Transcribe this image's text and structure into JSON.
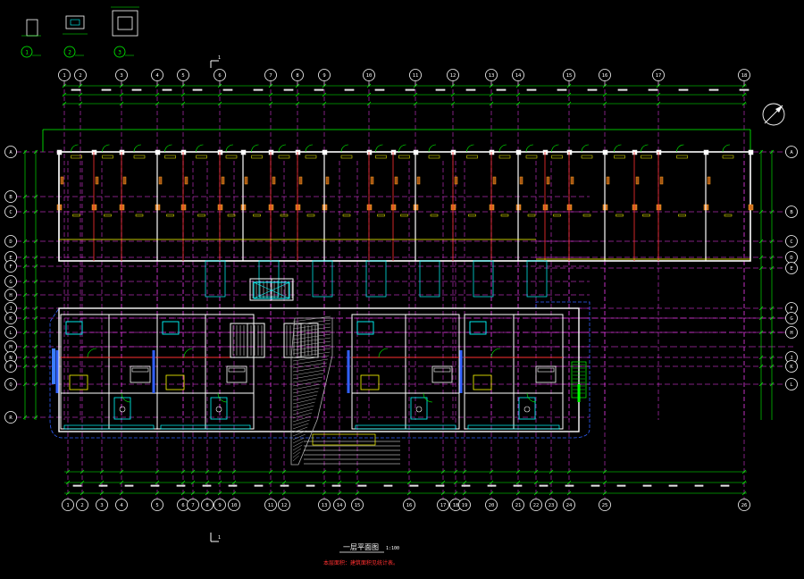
{
  "drawing": {
    "background": "#000000",
    "colors": {
      "grid": "#ff40ff",
      "wall": "#ffffff",
      "wall_fill": "#d9d9d9",
      "dimension": "#00ff00",
      "axis_bubble": "#ffffff",
      "partition": "#ff3030",
      "cyan": "#00ffff",
      "yellow": "#ffff00",
      "blue": "#3060ff",
      "hatch": "#b0b0b0",
      "orange": "#ffa020",
      "magenta": "#ff40ff"
    },
    "detail_markers": [
      "1",
      "2",
      "3"
    ],
    "top_axes": [
      "1",
      "2",
      "3",
      "4",
      "5",
      "6",
      "7",
      "8",
      "9",
      "10",
      "11",
      "12",
      "13",
      "14",
      "15",
      "16",
      "17",
      "18"
    ],
    "bottom_axes": [
      "1",
      "2",
      "3",
      "4",
      "5",
      "6",
      "7",
      "8",
      "9",
      "10",
      "11",
      "12",
      "13",
      "14",
      "15",
      "16",
      "17",
      "18",
      "19",
      "20",
      "21",
      "22",
      "23",
      "24",
      "25",
      "26"
    ],
    "left_axes": [
      "A",
      "B",
      "C",
      "D",
      "E",
      "F",
      "G",
      "H",
      "J",
      "K",
      "L",
      "M",
      "N",
      "P",
      "Q",
      "R"
    ],
    "right_axes": [
      "A",
      "B",
      "C",
      "D",
      "E",
      "F",
      "G",
      "H",
      "J",
      "K",
      "L"
    ],
    "section_mark": "1",
    "title": "一层平面图",
    "title_scale": "1:100",
    "note": "本层面积：建筑面积见统计表。",
    "north_symbol": "north-arrow"
  }
}
